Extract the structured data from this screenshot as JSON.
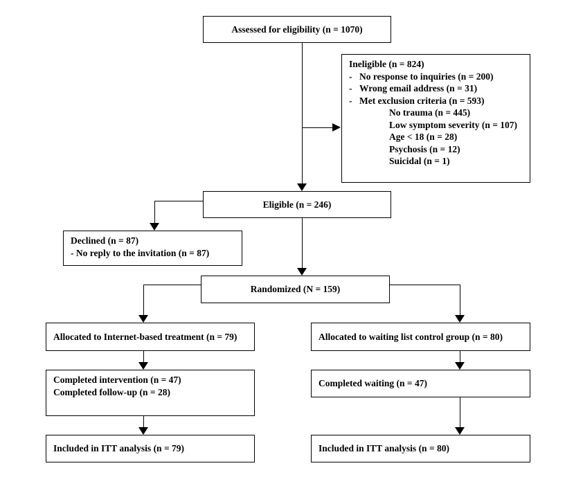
{
  "page": {
    "background_color": "#ffffff",
    "line_color": "#000000"
  },
  "flowchart": {
    "assessed": {
      "label": "Assessed for eligibility (n = 1070)"
    },
    "ineligible": {
      "title": "Ineligible (n = 824)",
      "bullet": "-",
      "reasons": [
        "No response to inquiries (n = 200)",
        "Wrong email address (n = 31)",
        "Met exclusion criteria (n = 593)"
      ],
      "exclusion_details": [
        "No trauma (n = 445)",
        "Low symptom severity (n = 107)",
        "Age < 18 (n = 28)",
        "Psychosis (n = 12)",
        "Suicidal (n = 1)"
      ]
    },
    "eligible": {
      "label": "Eligible (n = 246)"
    },
    "declined": {
      "title": "Declined (n = 87)",
      "reason": "- No reply to the invitation (n = 87)"
    },
    "randomized": {
      "label": "Randomized (N = 159)"
    },
    "allocated_treatment": {
      "label": "Allocated to Internet-based treatment (n = 79)"
    },
    "allocated_control": {
      "label": "Allocated to waiting list control group (n = 80)"
    },
    "completed_treatment": {
      "lines": [
        "Completed intervention (n = 47)",
        "Completed follow-up (n = 28)"
      ]
    },
    "completed_control": {
      "label": "Completed waiting (n = 47)"
    },
    "itt_treatment": {
      "label": "Included in ITT analysis (n = 79)"
    },
    "itt_control": {
      "label": "Included in ITT analysis (n = 80)"
    }
  }
}
